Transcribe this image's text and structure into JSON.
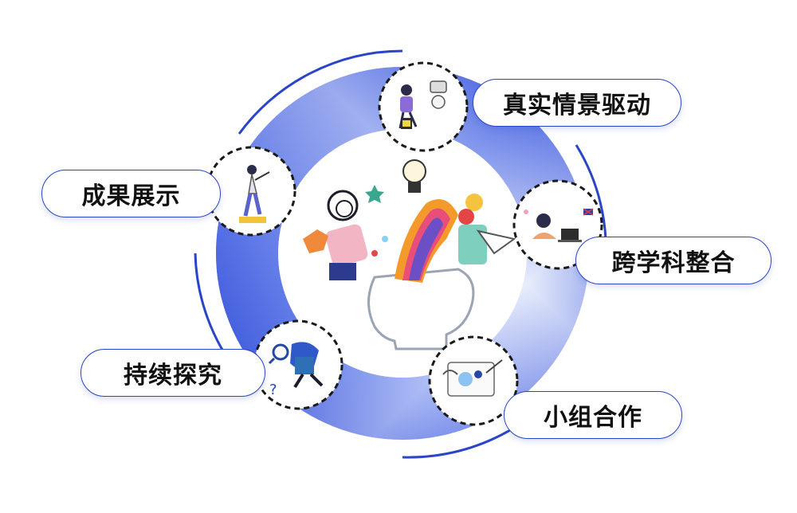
{
  "colors": {
    "ring_dark": "#1f3fd6",
    "ring_light": "#e9eefc",
    "outline": "#2a46c8",
    "text": "#111111"
  },
  "center_icon": "creative-head-illustration",
  "stages": [
    {
      "label": "真实情景驱动",
      "icon": "person-with-robot-ai-icon"
    },
    {
      "label": "跨学科整合",
      "icon": "girl-studying-laptop-icon"
    },
    {
      "label": "小组合作",
      "icon": "hands-drawing-together-icon"
    },
    {
      "label": "持续探究",
      "icon": "person-with-magnifier-icon"
    },
    {
      "label": "成果展示",
      "icon": "person-presenting-podium-icon"
    }
  ]
}
